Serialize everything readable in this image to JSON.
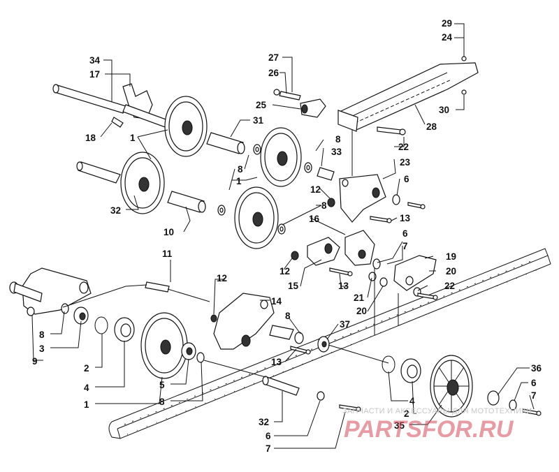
{
  "colors": {
    "line": "#111111",
    "background": "#ffffff",
    "watermark_text": "#c7c7c7",
    "watermark_logo": "#d64856"
  },
  "callouts": [
    "34",
    "17",
    "18",
    "1",
    "31",
    "27",
    "26",
    "25",
    "29",
    "24",
    "30",
    "28",
    "22",
    "8",
    "33",
    "23",
    "6",
    "12",
    "32",
    "10",
    "16",
    "13",
    "7",
    "19",
    "20",
    "21",
    "15",
    "11",
    "14",
    "37",
    "9",
    "3",
    "2",
    "4",
    "5",
    "36",
    "35"
  ],
  "watermark": {
    "tagline": "ЗАПЧАСТИ И АКСЕССУАРЫ ДЛЯ МОТОТЕХНИКИ",
    "logo": "PARTSFOR.RU"
  }
}
